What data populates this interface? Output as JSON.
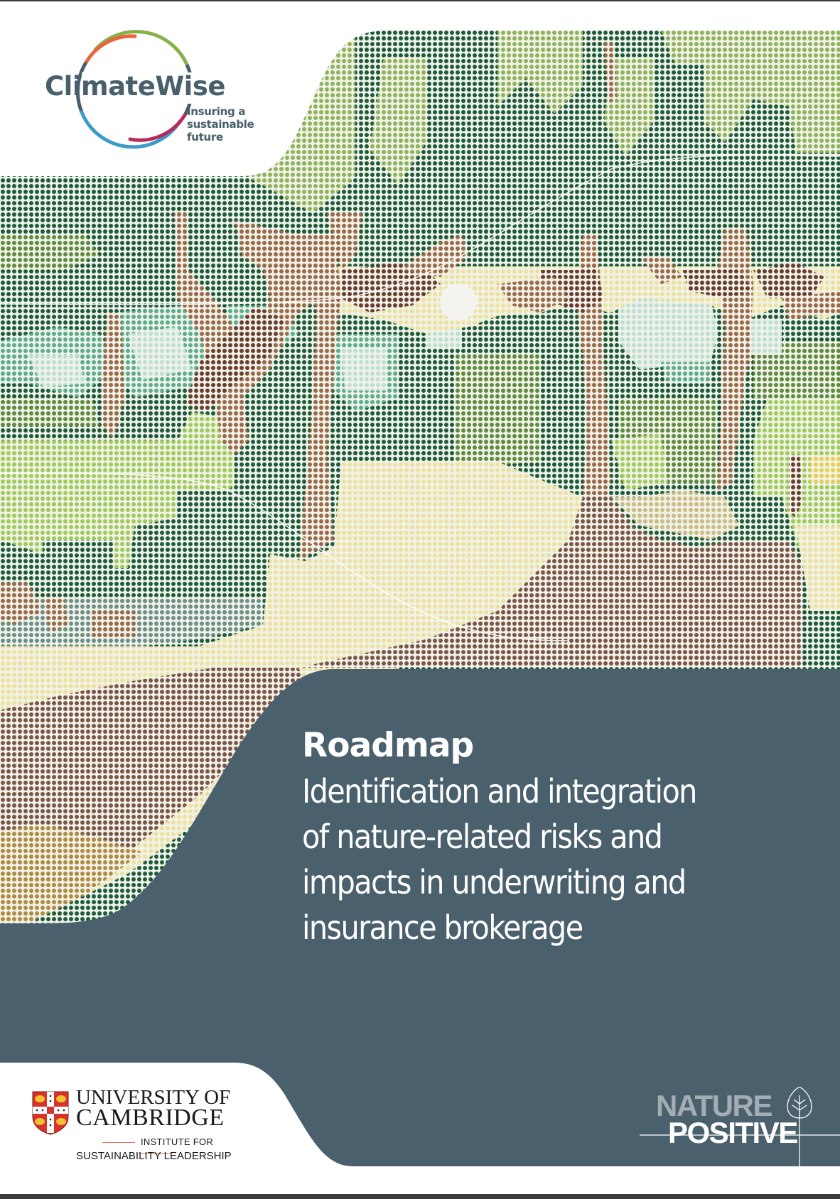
{
  "document": {
    "type": "report-cover",
    "title": "Roadmap",
    "subtitle_lines": [
      "Identification and integration",
      "of nature-related risks and",
      "impacts in underwriting and",
      "insurance brokerage"
    ]
  },
  "logos": {
    "climatewise": {
      "name": "ClimateWise",
      "tagline_lines": [
        "Insuring a",
        "sustainable",
        "future"
      ],
      "ring_colors": [
        "#8ab04a",
        "#e8643a",
        "#45606b",
        "#3b9cc7",
        "#b82a5c"
      ]
    },
    "cambridge": {
      "line1": "UNIVERSITY OF",
      "line2": "CAMBRIDGE",
      "line3": "INSTITUTE FOR",
      "line4": "SUSTAINABILITY LEADERSHIP"
    },
    "nature_positive": {
      "line1": "NATURE",
      "line2": "POSITIVE",
      "icon": "leaf-icon"
    }
  },
  "illustration": {
    "description": "dotted pixel-art forest path with trees and sun",
    "palette": {
      "background": "#f1f2ea",
      "dark_green": "#1d5c3b",
      "mid_green": "#5f8b3d",
      "light_green": "#8fb35a",
      "lime": "#9fcb58",
      "teal": "#5aae8c",
      "pale_teal": "#bde0d3",
      "brown": "#9a6a48",
      "dark_brown": "#6a3e2e",
      "path_brown": "#7b5647",
      "cream": "#ece29e",
      "sand": "#c9bd83",
      "slate_teal": "#6d8f87",
      "gold": "#b08a3e"
    }
  },
  "colors": {
    "panel": "#4a606c",
    "text_on_panel": "#ffffff"
  }
}
